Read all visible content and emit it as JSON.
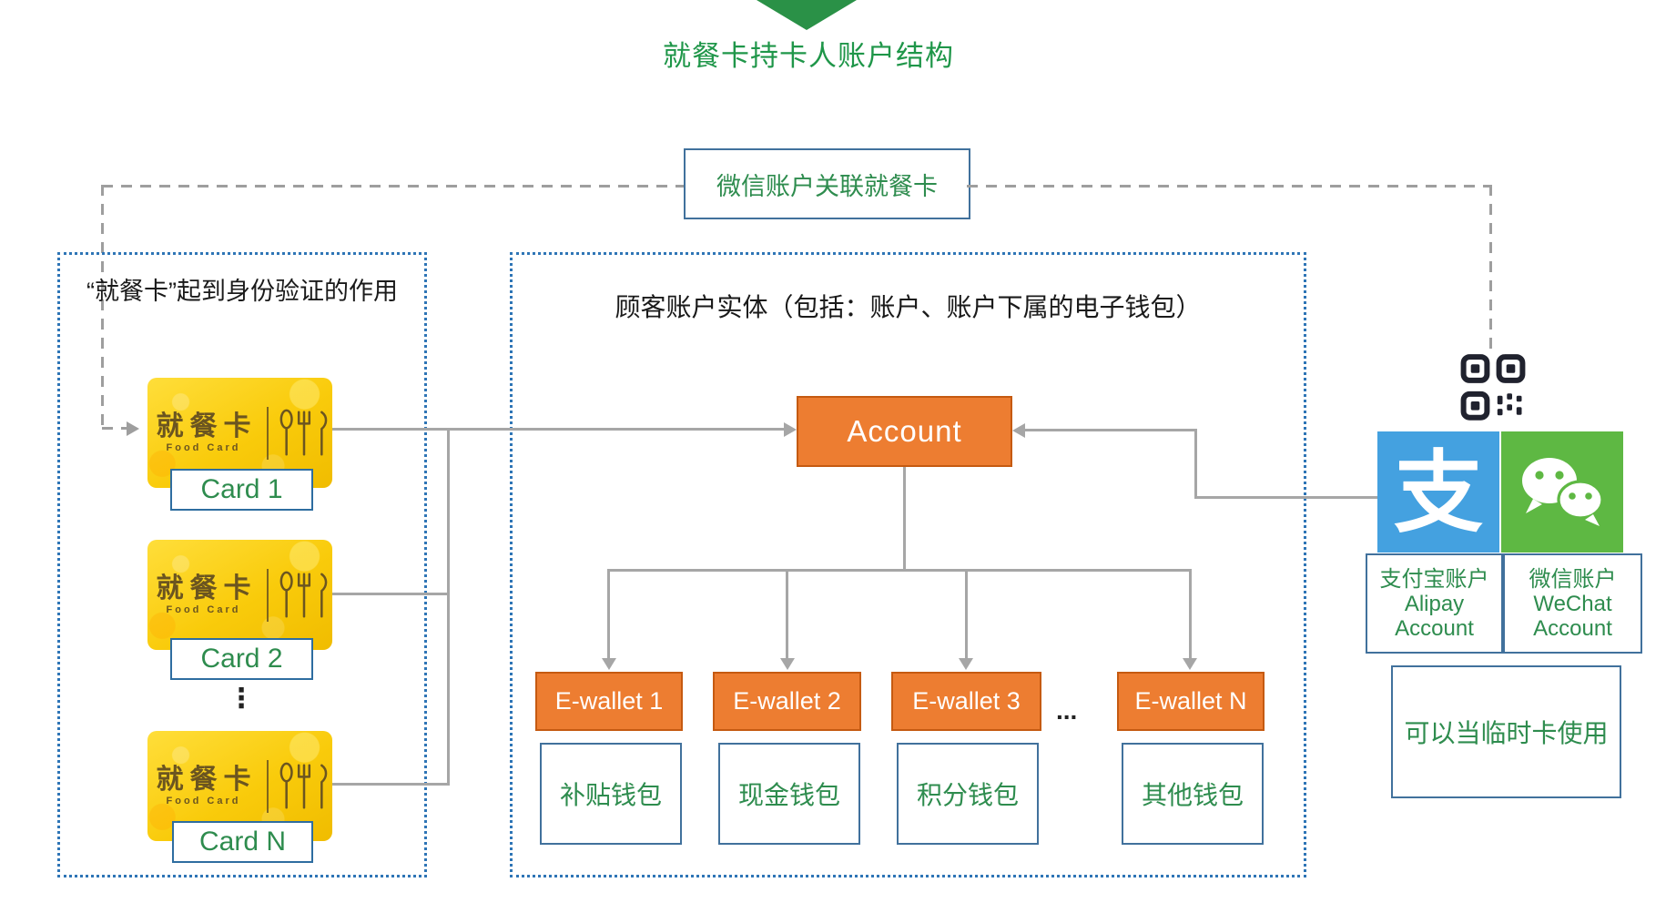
{
  "title": "就餐卡持卡人账户结构",
  "wechat_link": {
    "label": "微信账户关联就餐卡"
  },
  "left_panel": {
    "caption": "“就餐卡”起到身份验证的作用",
    "card_brand": "就餐卡",
    "card_brand_sub": "Food Card",
    "cards": [
      {
        "label": "Card 1"
      },
      {
        "label": "Card 2"
      },
      {
        "label": "Card N"
      }
    ],
    "ellipsis": "⋮"
  },
  "center_panel": {
    "caption": "顾客账户实体（包括：账户、账户下属的电子钱包）",
    "account": {
      "label": "Account"
    },
    "ellipsis": "...",
    "wallets": [
      {
        "label": "E-wallet 1",
        "wallet_type": "补贴钱包"
      },
      {
        "label": "E-wallet 2",
        "wallet_type": "现金钱包"
      },
      {
        "label": "E-wallet 3",
        "wallet_type": "积分钱包"
      },
      {
        "label": "E-wallet N",
        "wallet_type": "其他钱包"
      }
    ]
  },
  "right_panel": {
    "alipay": {
      "glyph": "支",
      "lines": [
        "支付宝账户",
        "Alipay",
        "Account"
      ]
    },
    "wechat": {
      "lines": [
        "微信账户",
        "WeChat",
        "Account"
      ]
    },
    "note": "可以当临时卡使用"
  },
  "colors": {
    "accent_orange": "#ED7D31",
    "orange_border": "#C55A11",
    "green_text": "#2E8C4E",
    "title_green": "#1F9649",
    "panel_dotted_blue": "#2E75B6",
    "box_border_blue": "#41719C",
    "connector_gray": "#A6A6A6",
    "dashed_gray": "#9E9E9E",
    "card_gold": "#F9CB0B",
    "alipay_blue": "#44A1E0",
    "wechat_green": "#5EB843",
    "qr_dark": "#20222E"
  }
}
